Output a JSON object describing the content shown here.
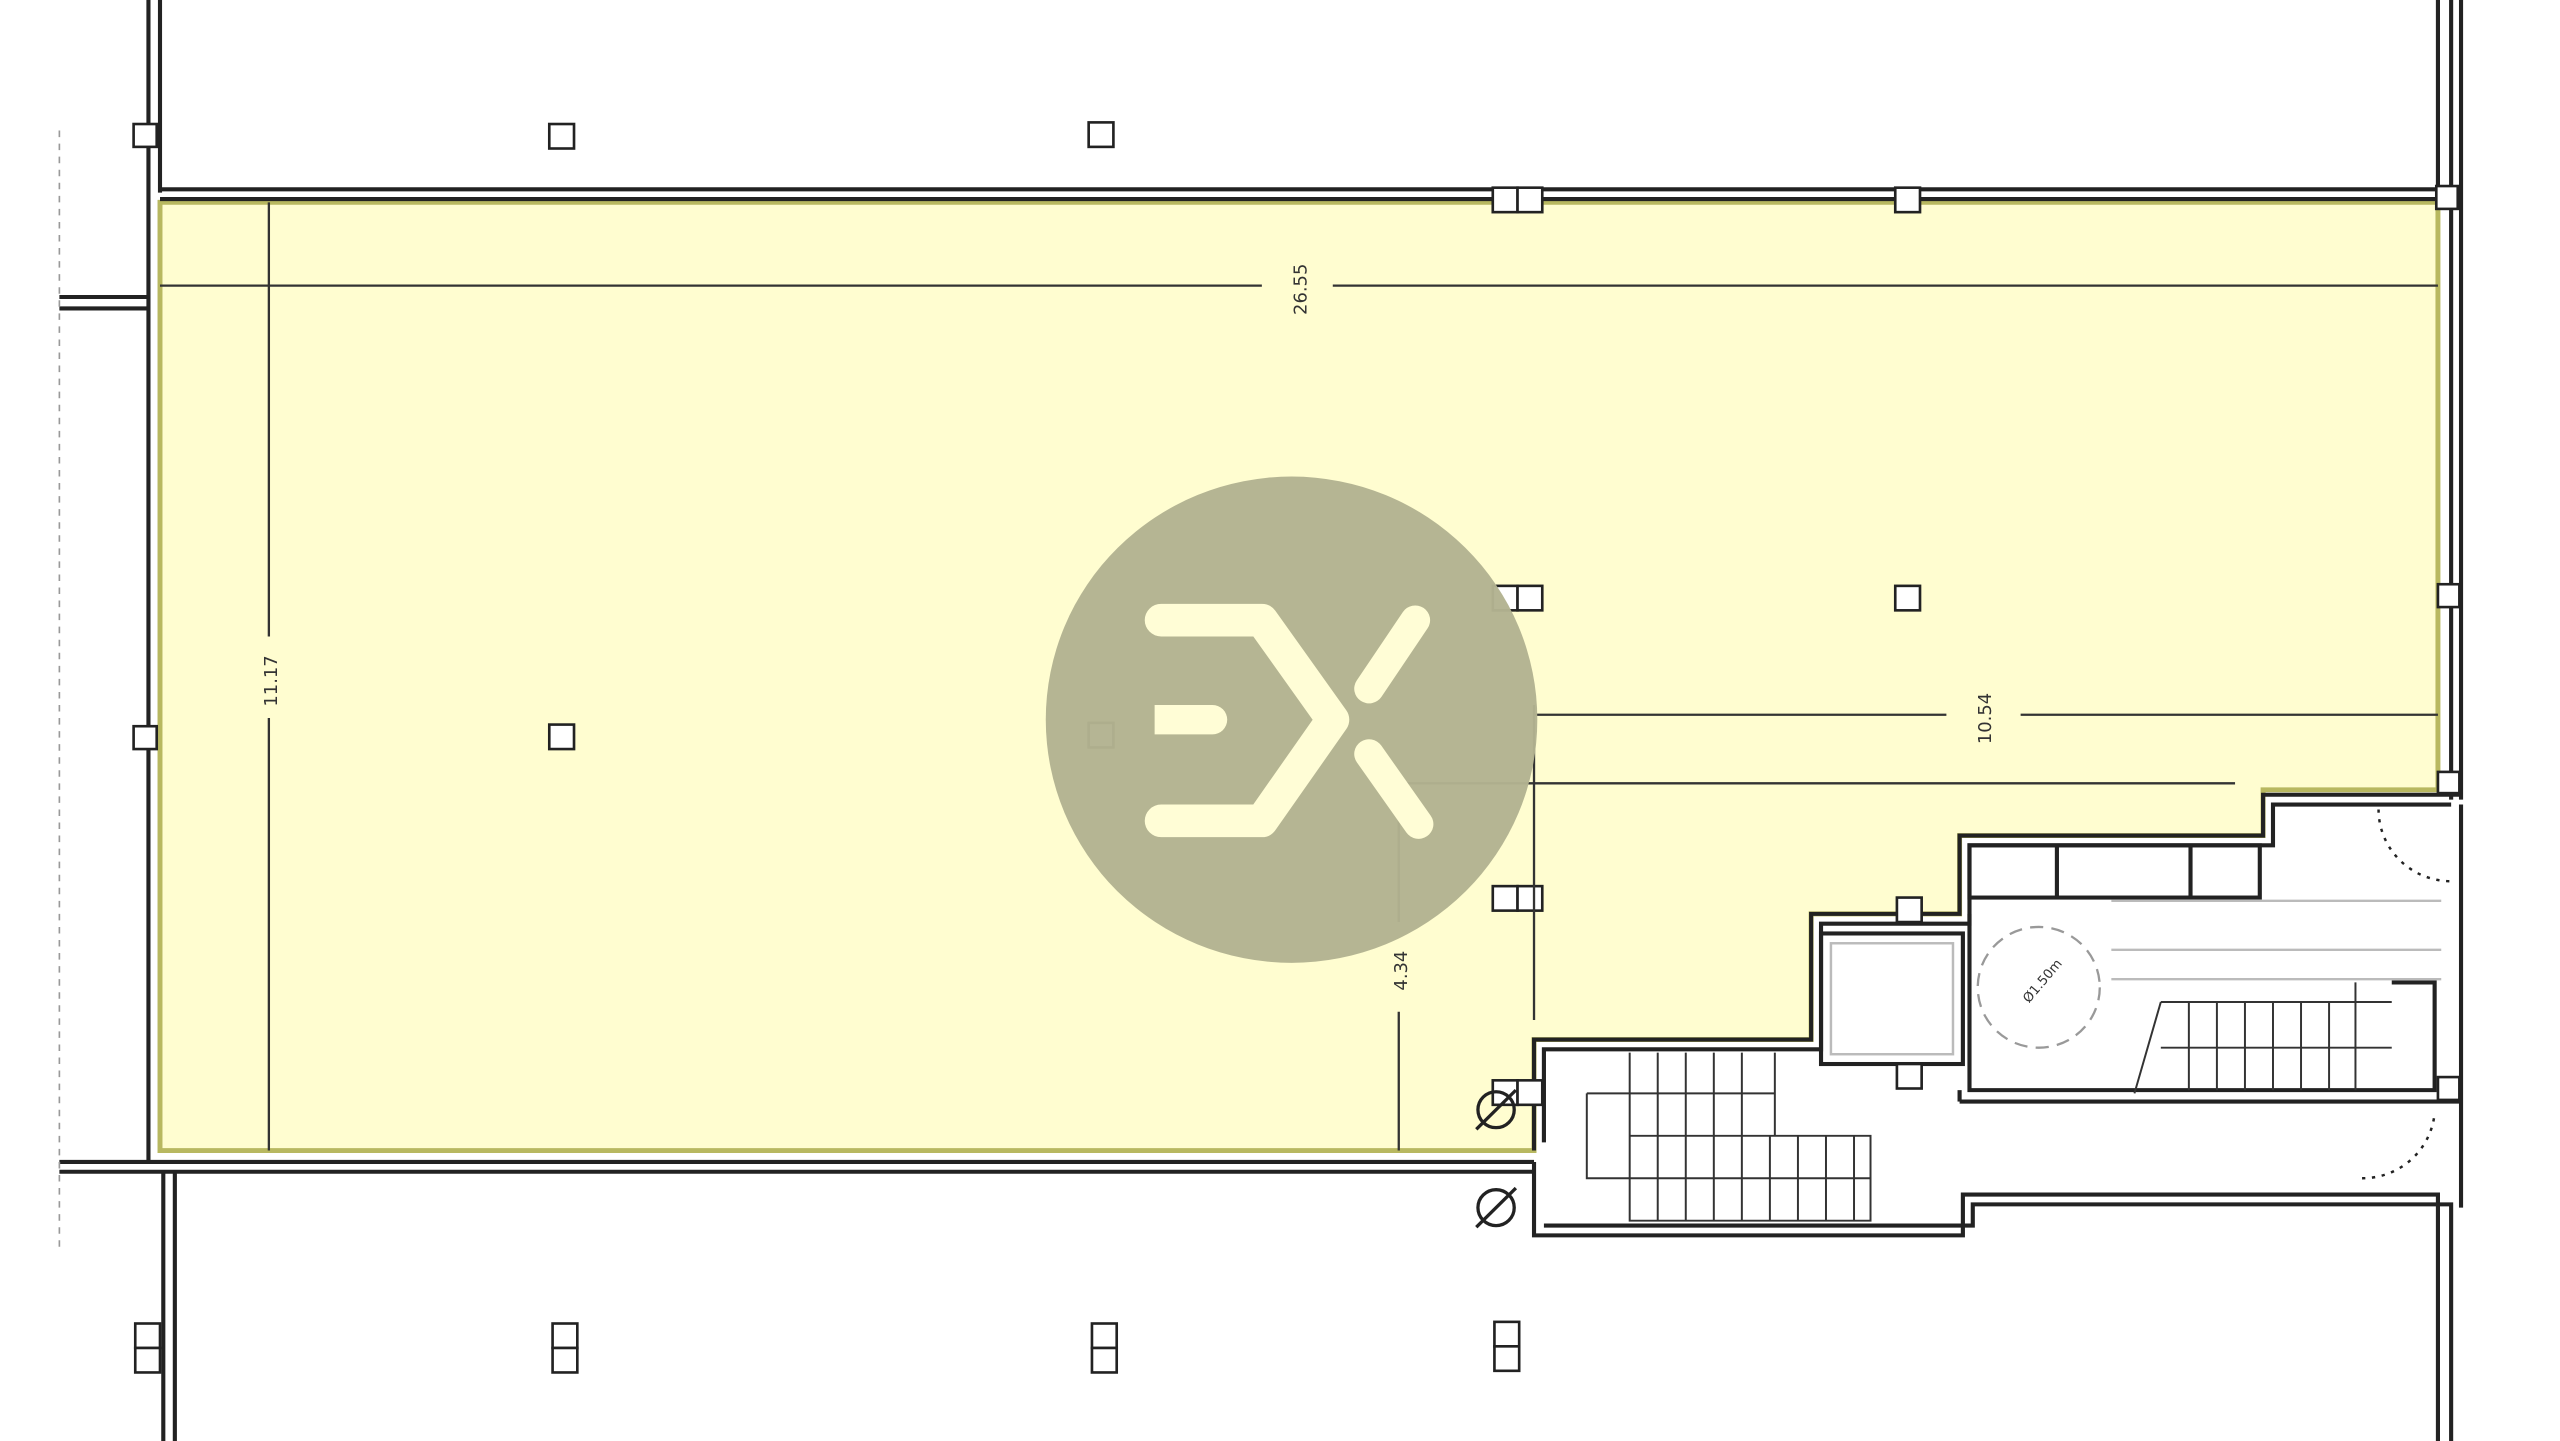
{
  "plan": {
    "dimensions": {
      "length": "26.55",
      "width": "11.17",
      "partial_length": "10.54",
      "partial_width": "4.34",
      "turning_circle": "Ø1.50m"
    },
    "colors": {
      "area_fill": "#fffdd0",
      "area_border": "#b8b860",
      "logo_circle": "#b3b391",
      "logo_mark": "#fffdd6",
      "walls": "#222222"
    },
    "logo": {
      "text": "EX"
    }
  }
}
